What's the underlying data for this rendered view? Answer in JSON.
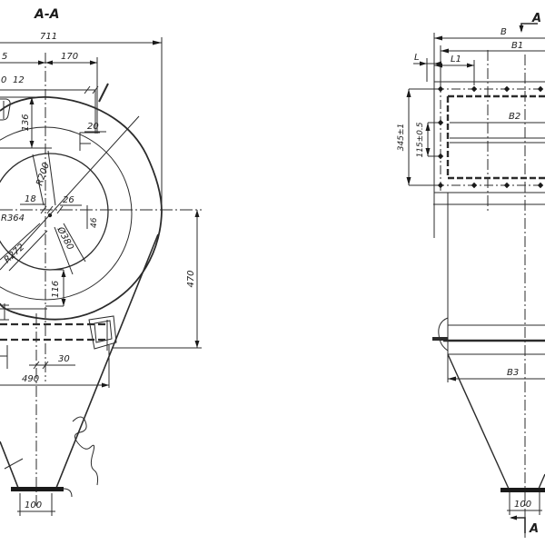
{
  "drawing": {
    "section_title": "A-A",
    "left_view": {
      "dim_711": "711",
      "dim_5_clipped": "5",
      "dim_170": "170",
      "dim_0_clipped": "0",
      "dim_12": "12",
      "dim_136": "136",
      "dim_20": "20",
      "radius_r200": "R200",
      "dim_18": "18",
      "radius_r364": "R364",
      "dim_26": "26",
      "dim_46": "46",
      "dia_380": "Ø380",
      "radius_r272": "R272",
      "dim_116": "116",
      "dim_470": "470",
      "dim_30": "30",
      "dim_490": "490",
      "dim_100": "100"
    },
    "right_view": {
      "section_arrow_top": "A",
      "section_arrow_bottom": "A",
      "dim_B": "B",
      "dim_B1": "B1",
      "dim_L": "L",
      "dim_L1": "L1",
      "dim_B2": "B2",
      "dim_B3": "B3",
      "dim_345": "345±1",
      "dim_115": "115±0.5",
      "dim_100": "100"
    },
    "colors": {
      "line": "#2b2b2b",
      "thick": "#1a1a1a",
      "background": "#ffffff"
    }
  }
}
